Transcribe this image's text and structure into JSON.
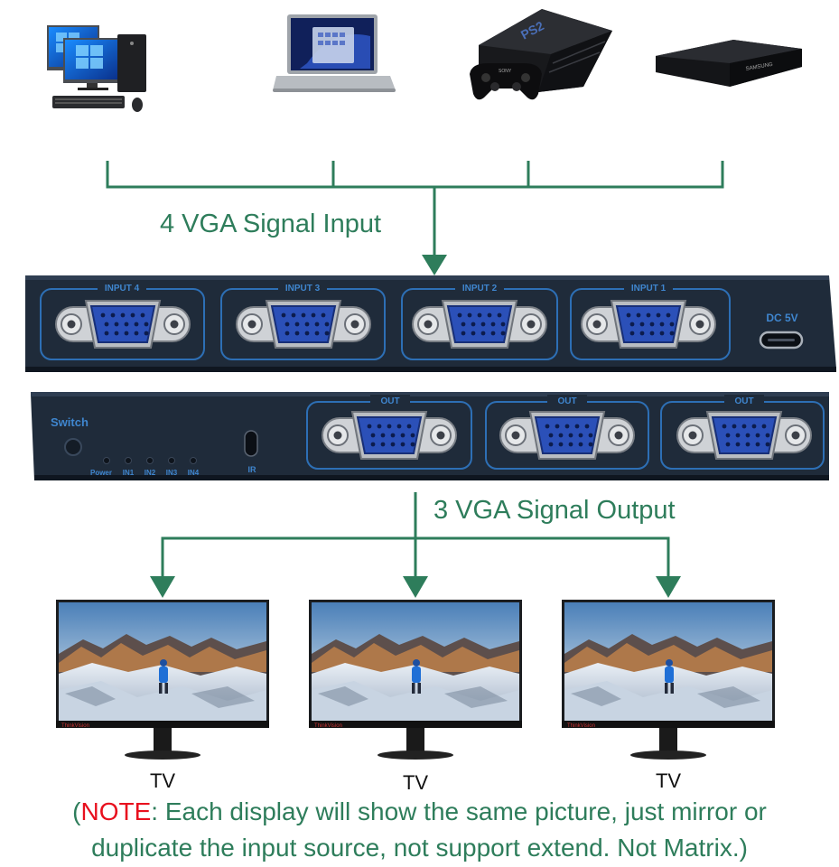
{
  "colors": {
    "accent_green": "#2e7d5b",
    "note_red": "#e8101e",
    "panel_dark": "#1c2a3a",
    "port_blue": "#2a4fb0",
    "frame_blue": "#2d6fb5"
  },
  "sources": [
    {
      "icon": "desktop-pc-icon"
    },
    {
      "icon": "laptop-icon"
    },
    {
      "icon": "game-console-icon",
      "brand": "PS2",
      "controller_brand": "SONY"
    },
    {
      "icon": "media-player-icon",
      "brand": "SAMSUNG"
    }
  ],
  "input_label": "4 VGA Signal Input",
  "front_panel": {
    "ports": [
      "INPUT 4",
      "INPUT 3",
      "INPUT 2",
      "INPUT 1"
    ],
    "power_label": "DC 5V"
  },
  "back_panel": {
    "switch_label": "Switch",
    "leds": [
      "Power",
      "IN1",
      "IN2",
      "IN3",
      "IN4"
    ],
    "ir_label": "IR",
    "ports": [
      "OUT",
      "OUT",
      "OUT"
    ]
  },
  "output_label": "3 VGA Signal Output",
  "displays": [
    {
      "label": "TV",
      "brand": "ThinkVision"
    },
    {
      "label": "TV",
      "brand": "ThinkVision"
    },
    {
      "label": "TV",
      "brand": "ThinkVision"
    }
  ],
  "note": {
    "open": "(",
    "keyword": "NOTE",
    "line1_rest": ": Each display will show the same picture, just mirror or",
    "line2": "duplicate the input source, not support extend. Not Matrix.)"
  }
}
